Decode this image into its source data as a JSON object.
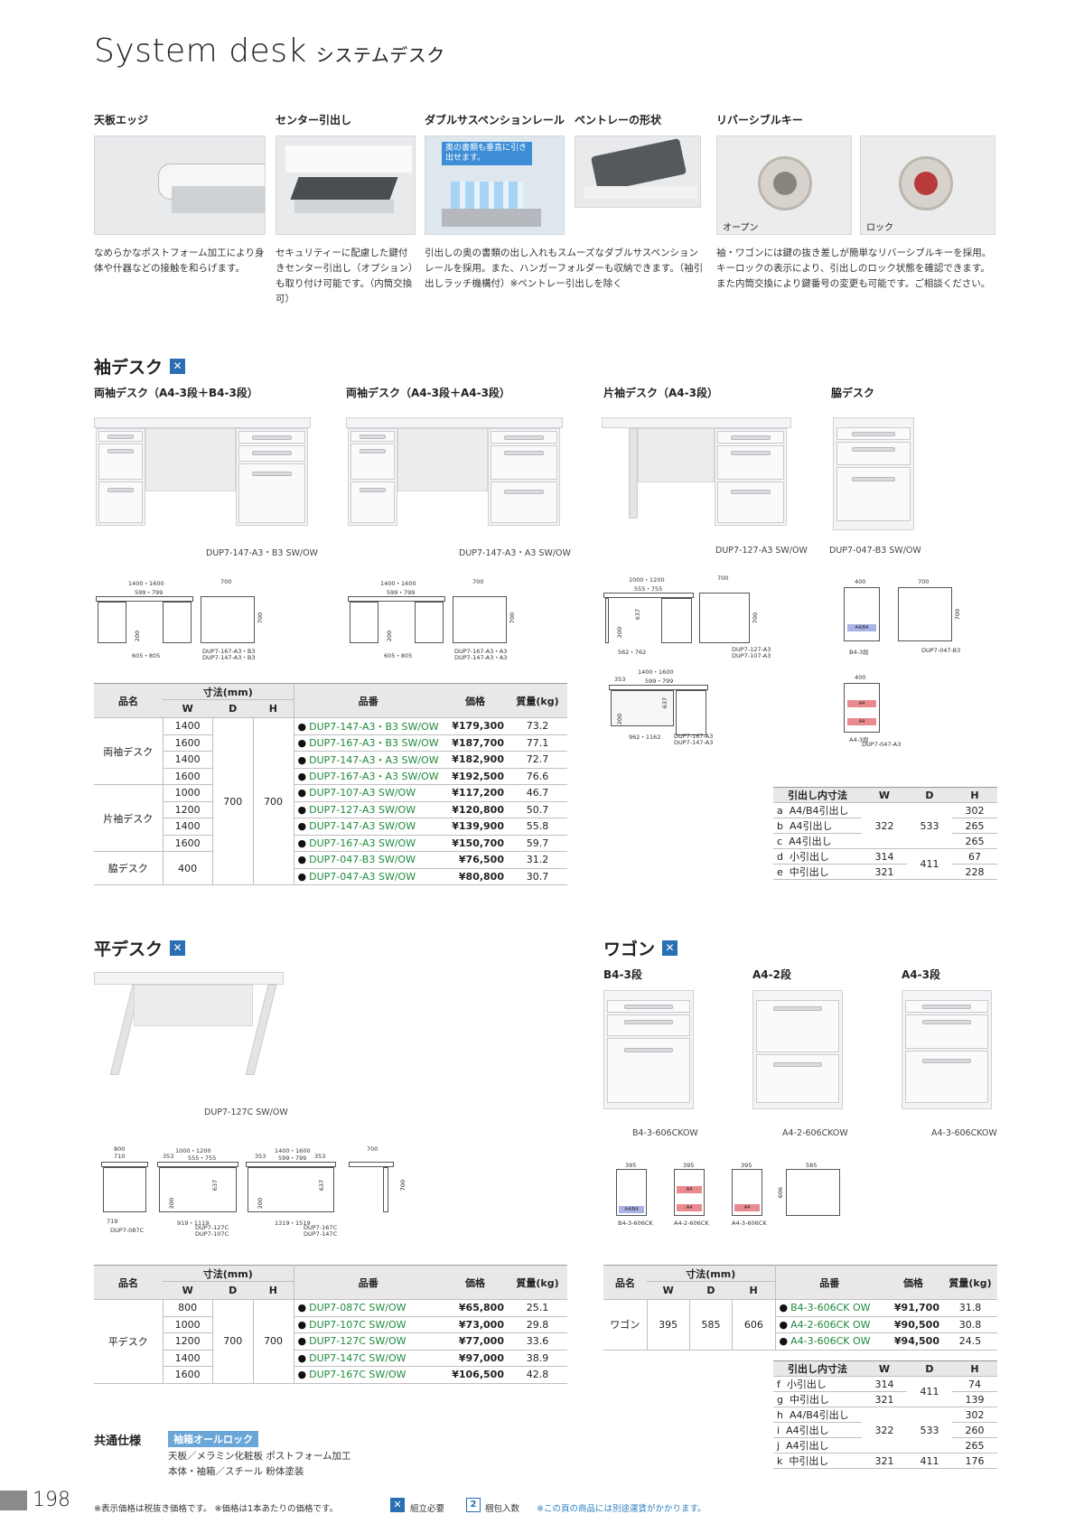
{
  "header": {
    "title_en": "System desk",
    "title_ja": "システムデスク"
  },
  "features": [
    {
      "label": "天板エッジ",
      "desc": "なめらかなポストフォーム加工により身体や什器などの接触を和らげます。"
    },
    {
      "label": "センター引出し",
      "desc": "セキュリティーに配慮した鍵付きセンター引出し（オプション）も取り付け可能です。（内筒交換可）"
    },
    {
      "label": "ダブルサスペンションレール",
      "desc": "引出しの奥の書類の出し入れもスムーズなダブルサスペンションレールを採用。また、ハンガーフォルダーも収納できます。（袖引出しラッチ機構付）※ペントレー引出しを除く",
      "overlay": "奥の書類も垂直に引き出せます。"
    },
    {
      "label": "ペントレーの形状",
      "desc": ""
    },
    {
      "label": "リバーシブルキー",
      "desc": "袖・ワゴンには鍵の抜き差しが簡単なリバーシブルキーを採用。キーロックの表示により、引出しのロック状態を確認できます。また内筒交換により鍵番号の変更も可能です。ご相談ください。",
      "caption_open": "オープン",
      "caption_lock": "ロック"
    }
  ],
  "sode": {
    "title": "袖デスク",
    "products": [
      {
        "name": "両袖デスク（A4-3段＋B4-3段）",
        "code": "DUP7-147-A3・B3 SW/OW"
      },
      {
        "name": "両袖デスク（A4-3段＋A4-3段）",
        "code": "DUP7-147-A3・A3 SW/OW"
      },
      {
        "name": "片袖デスク（A4-3段）",
        "code": "DUP7-127-A3 SW/OW"
      },
      {
        "name": "脇デスク",
        "code": "DUP7-047-B3 SW/OW"
      }
    ],
    "dims": {
      "d1": {
        "top": "1400・1600",
        "inner": "599・799",
        "depth": "700",
        "h": "700",
        "h2": "200",
        "bottom": "605・805",
        "codes": "DUP7-167-A3・B3\nDUP7-147-A3・B3"
      },
      "d2": {
        "top": "1400・1600",
        "inner": "599・799",
        "depth": "700",
        "h": "700",
        "h2": "200",
        "bottom": "605・805",
        "codes": "DUP7-167-A3・A3\nDUP7-147-A3・A3"
      },
      "d3": {
        "top": "1000・1200",
        "inner": "555・755",
        "depth": "700",
        "h": "700",
        "h2": "637",
        "h3": "200",
        "bottom": "562・762",
        "codes": "DUP7-127-A3\nDUP7-107-A3"
      },
      "d4": {
        "top": "1400・1600",
        "left": "353",
        "inner": "599・799",
        "h": "637",
        "h2": "200",
        "bottom": "962・1162",
        "codes": "DUP7-167-A3\nDUP7-147-A3"
      },
      "d5": {
        "w": "400",
        "depth": "700",
        "h": "700",
        "code1": "B4-3段",
        "code2": "DUP7-047-B3",
        "a4b4": "A4/B4"
      },
      "d6": {
        "w": "400",
        "code1": "A4-3段",
        "code2": "DUP7-047-A3",
        "a4": "A4"
      }
    },
    "table": {
      "headers": {
        "name": "品名",
        "dims": "寸法(mm)",
        "w": "W",
        "d": "D",
        "h": "H",
        "code": "品番",
        "price": "価格",
        "weight": "質量(kg)"
      },
      "groups": [
        {
          "name": "両袖デスク",
          "rows": [
            {
              "w": "1400",
              "code": "DUP7-147-A3・B3 SW/OW",
              "price": "¥179,300",
              "weight": "73.2"
            },
            {
              "w": "1600",
              "code": "DUP7-167-A3・B3 SW/OW",
              "price": "¥187,700",
              "weight": "77.1"
            },
            {
              "w": "1400",
              "code": "DUP7-147-A3・A3 SW/OW",
              "price": "¥182,900",
              "weight": "72.7"
            },
            {
              "w": "1600",
              "code": "DUP7-167-A3・A3 SW/OW",
              "price": "¥192,500",
              "weight": "76.6"
            }
          ]
        },
        {
          "name": "片袖デスク",
          "rows": [
            {
              "w": "1000",
              "code": "DUP7-107-A3 SW/OW",
              "price": "¥117,200",
              "weight": "46.7"
            },
            {
              "w": "1200",
              "code": "DUP7-127-A3 SW/OW",
              "price": "¥120,800",
              "weight": "50.7"
            },
            {
              "w": "1400",
              "code": "DUP7-147-A3 SW/OW",
              "price": "¥139,900",
              "weight": "55.8"
            },
            {
              "w": "1600",
              "code": "DUP7-167-A3 SW/OW",
              "price": "¥150,700",
              "weight": "59.7"
            }
          ]
        },
        {
          "name": "脇デスク",
          "rows": [
            {
              "w": "400",
              "code": "DUP7-047-B3 SW/OW",
              "price": "¥76,500",
              "weight": "31.2"
            },
            {
              "w": "",
              "code": "DUP7-047-A3 SW/OW",
              "price": "¥80,800",
              "weight": "30.7"
            }
          ]
        }
      ],
      "d": "700",
      "h": "700"
    },
    "drawer_table": {
      "headers": {
        "name": "引出し内寸法",
        "w": "W",
        "d": "D",
        "h": "H"
      },
      "rows": [
        {
          "k": "a",
          "name": "A4/B4引出し",
          "w": "",
          "d": "",
          "h": "302"
        },
        {
          "k": "b",
          "name": "A4引出し",
          "w": "322",
          "d": "533",
          "h": "265"
        },
        {
          "k": "c",
          "name": "A4引出し",
          "w": "",
          "d": "",
          "h": "265"
        },
        {
          "k": "d",
          "name": "小引出し",
          "w": "314",
          "d": "411",
          "h": "67"
        },
        {
          "k": "e",
          "name": "中引出し",
          "w": "321",
          "d": "",
          "h": "228"
        }
      ]
    }
  },
  "hira": {
    "title": "平デスク",
    "code": "DUP7-127C SW/OW",
    "dims": {
      "w1": "800",
      "w1i": "710",
      "w2": "1000・1200",
      "w2a": "353",
      "w2i": "555・755",
      "w3": "1400・1600",
      "w3a": "353",
      "w3i": "599・799",
      "w3b": "353",
      "depth": "700",
      "h": "700",
      "h637": "637",
      "h200": "200",
      "b1": "719",
      "b2": "919・1119",
      "b3": "1319・1519",
      "c1": "DUP7-087C",
      "c2": "DUP7-127C\nDUP7-107C",
      "c3": "DUP7-167C\nDUP7-147C"
    },
    "table": {
      "headers": {
        "name": "品名",
        "dims": "寸法(mm)",
        "w": "W",
        "d": "D",
        "h": "H",
        "code": "品番",
        "price": "価格",
        "weight": "質量(kg)"
      },
      "name": "平デスク",
      "d": "700",
      "h": "700",
      "rows": [
        {
          "w": "800",
          "code": "DUP7-087C SW/OW",
          "price": "¥65,800",
          "weight": "25.1"
        },
        {
          "w": "1000",
          "code": "DUP7-107C SW/OW",
          "price": "¥73,000",
          "weight": "29.8"
        },
        {
          "w": "1200",
          "code": "DUP7-127C SW/OW",
          "price": "¥77,000",
          "weight": "33.6"
        },
        {
          "w": "1400",
          "code": "DUP7-147C SW/OW",
          "price": "¥97,000",
          "weight": "38.9"
        },
        {
          "w": "1600",
          "code": "DUP7-167C SW/OW",
          "price": "¥106,500",
          "weight": "42.8"
        }
      ]
    }
  },
  "wagon": {
    "title": "ワゴン",
    "products": [
      {
        "name": "B4-3段",
        "code": "B4-3-606CKOW"
      },
      {
        "name": "A4-2段",
        "code": "A4-2-606CKOW"
      },
      {
        "name": "A4-3段",
        "code": "A4-3-606CKOW"
      }
    ],
    "dims": {
      "w": "395",
      "depth": "585",
      "h": "606",
      "c1": "B4-3-606CK",
      "c2": "A4-2-606CK",
      "c3": "A4-3-606CK",
      "a4": "A4",
      "a4b4": "A4/B4"
    },
    "table": {
      "headers": {
        "name": "品名",
        "dims": "寸法(mm)",
        "w": "W",
        "d": "D",
        "h": "H",
        "code": "品番",
        "price": "価格",
        "weight": "質量(kg)"
      },
      "name": "ワゴン",
      "w": "395",
      "d": "585",
      "h": "606",
      "rows": [
        {
          "code": "B4-3-606CK OW",
          "price": "¥91,700",
          "weight": "31.8"
        },
        {
          "code": "A4-2-606CK OW",
          "price": "¥90,500",
          "weight": "30.8"
        },
        {
          "code": "A4-3-606CK OW",
          "price": "¥94,500",
          "weight": "24.5"
        }
      ]
    },
    "drawer_table": {
      "headers": {
        "name": "引出し内寸法",
        "w": "W",
        "d": "D",
        "h": "H"
      },
      "rows": [
        {
          "k": "f",
          "name": "小引出し",
          "w": "314",
          "d": "",
          "h": "74"
        },
        {
          "k": "g",
          "name": "中引出し",
          "w": "321",
          "d": "411",
          "h": "139"
        },
        {
          "k": "h",
          "name": "A4/B4引出し",
          "w": "",
          "d": "",
          "h": "302"
        },
        {
          "k": "i",
          "name": "A4引出し",
          "w": "322",
          "d": "533",
          "h": "260"
        },
        {
          "k": "j",
          "name": "A4引出し",
          "w": "",
          "d": "",
          "h": "265"
        },
        {
          "k": "k",
          "name": "中引出し",
          "w": "321",
          "d": "411",
          "h": "176"
        }
      ]
    }
  },
  "common": {
    "label": "共通仕様",
    "chip": "袖箱オールロック",
    "line1": "天板／メラミン化粧板 ポストフォーム加工",
    "line2": "本体・袖箱／スチール 粉体塗装"
  },
  "footer": {
    "page": "198",
    "note1": "※表示価格は税抜き価格です。 ※価格は1本あたりの価格です。",
    "assembly": "組立必要",
    "pack_icon": "2",
    "pack": "梱包入数",
    "note2": "※この頁の商品には別途運賃がかかります。"
  }
}
